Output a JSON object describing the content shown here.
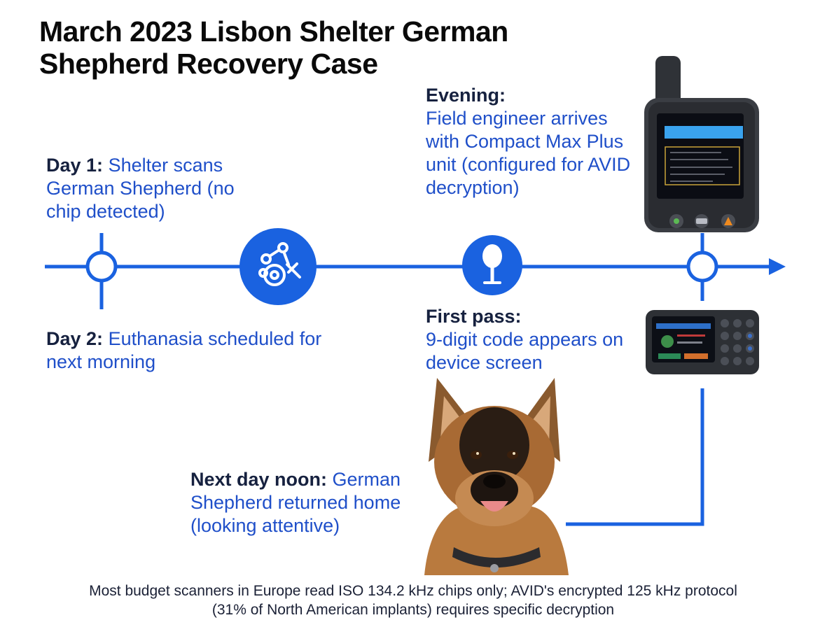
{
  "title": "March 2023 Lisbon Shelter German Shepherd Recovery Case",
  "events": {
    "day1": {
      "label": "Day 1:",
      "text": "Shelter scans German Shepherd (no chip detected)"
    },
    "day2": {
      "label": "Day 2:",
      "text": "Euthanasia scheduled for next morning"
    },
    "evening": {
      "label": "Evening:",
      "text": "Field engineer arrives with Compact Max Plus unit (configured for AVID decryption)"
    },
    "first_pass": {
      "label": "First pass:",
      "text": "9-digit code appears on device screen"
    },
    "next_day": {
      "label": "Next day noon:",
      "text": "German Shepherd returned home (looking attentive)"
    }
  },
  "icons": {
    "node_scan": "scanner-icon",
    "node_engineer": "location-pin-icon"
  },
  "footer": {
    "line1": "Most budget scanners in Europe read ISO 134.2 kHz chips only; AVID's encrypted 125 kHz protocol",
    "line2": "(31% of North American implants) requires specific decryption"
  },
  "colors": {
    "accent": "#1a62e0",
    "label": "#16213f",
    "body_text": "#1f4fc9"
  }
}
